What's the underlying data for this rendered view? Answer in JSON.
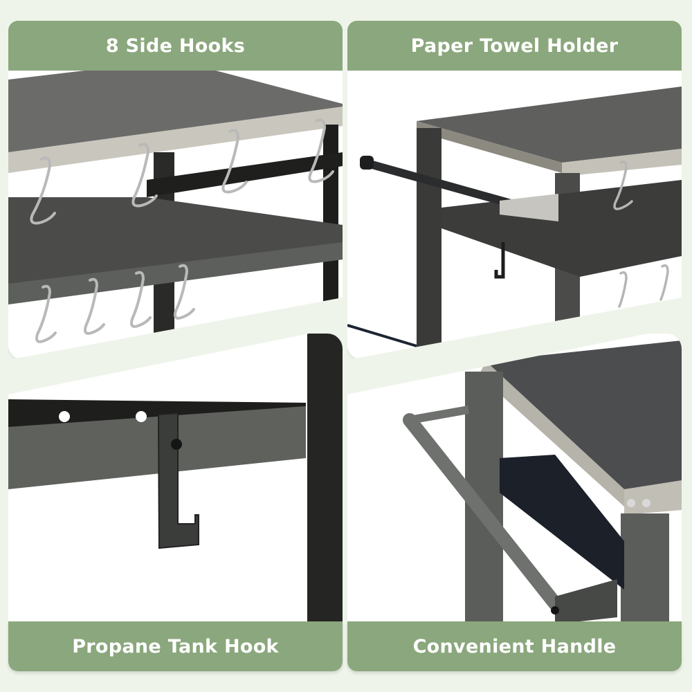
{
  "page": {
    "background": "#eef4ea",
    "accent": "#8ba77d",
    "label_text_color": "#ffffff"
  },
  "panels": [
    {
      "id": "side-hooks",
      "label": "8 Side Hooks",
      "position": "top-left"
    },
    {
      "id": "paper-towel-holder",
      "label": "Paper Towel Holder",
      "position": "top-right"
    },
    {
      "id": "propane-tank-hook",
      "label": "Propane Tank Hook",
      "position": "bottom-left"
    },
    {
      "id": "convenient-handle",
      "label": "Convenient Handle",
      "position": "bottom-right"
    }
  ]
}
